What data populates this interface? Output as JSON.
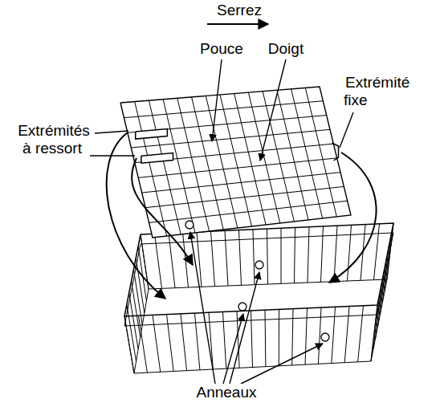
{
  "diagram": {
    "labels": [
      "Serrez",
      "Pouce",
      "Doigt",
      "Extrémité fixe",
      "Extrémités à ressort",
      "Anneaux"
    ]
  }
}
